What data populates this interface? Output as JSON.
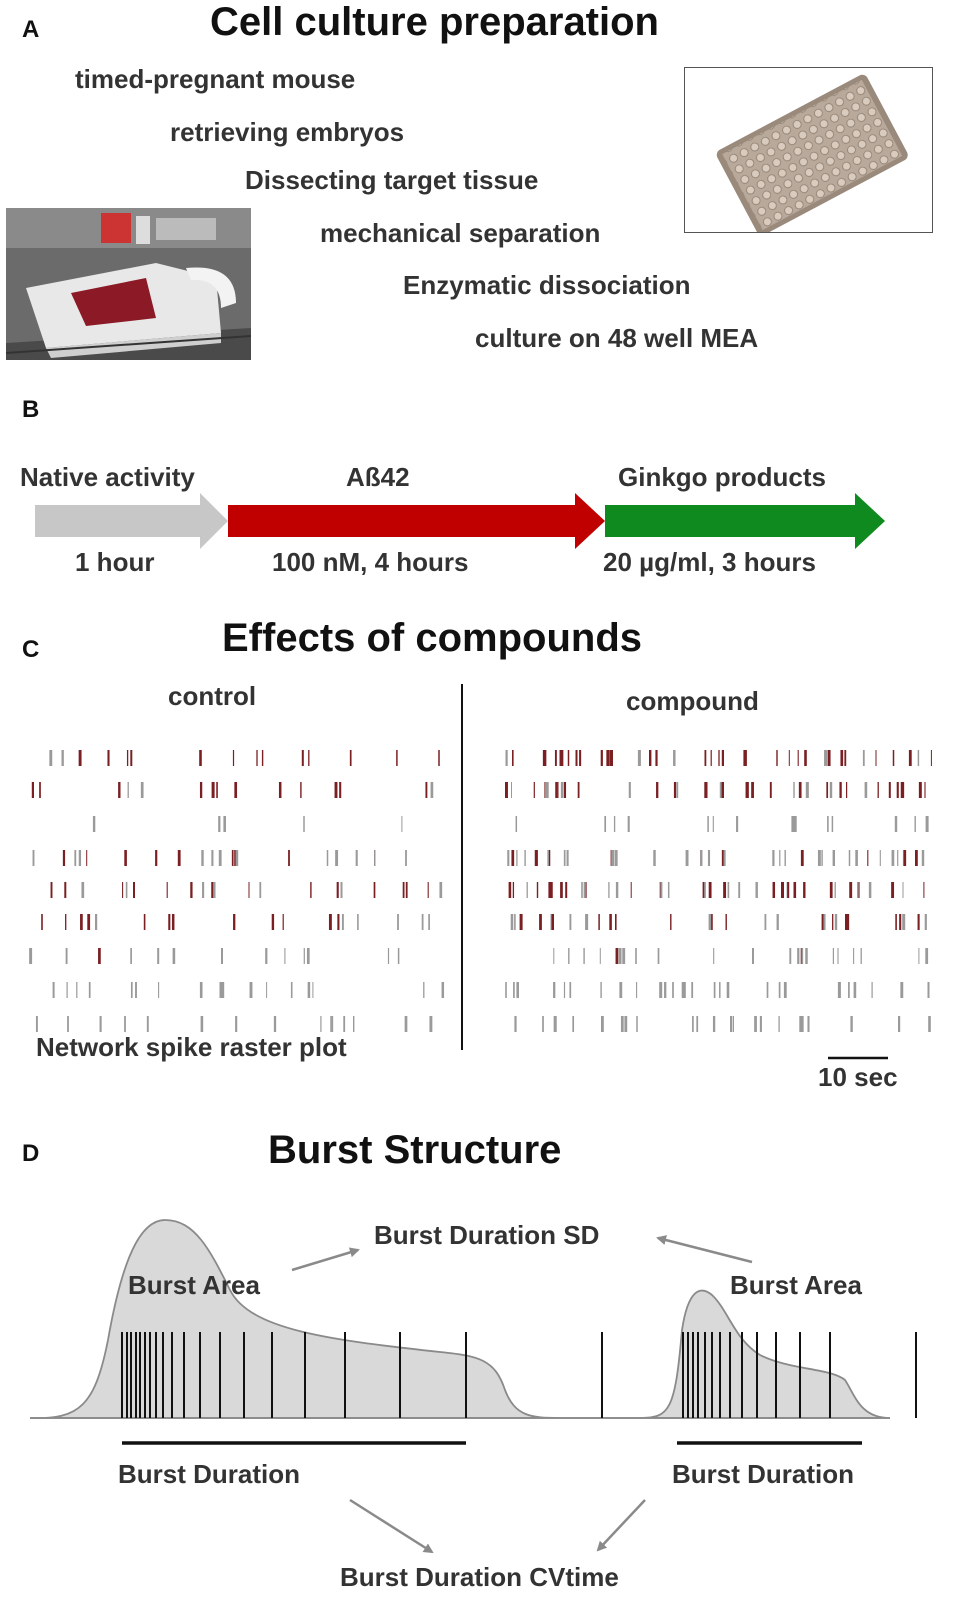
{
  "panelA": {
    "letter": "A",
    "title": "Cell culture preparation",
    "steps": [
      "timed-pregnant mouse",
      "retrieving embryos",
      "Dissecting  target tissue",
      "mechanical  separation",
      "Enzymatic  dissociation",
      "culture on 48 well MEA"
    ]
  },
  "panelB": {
    "letter": "B",
    "phases": [
      {
        "label": "Native activity",
        "sub": "1 hour",
        "color": "#c7c7c7"
      },
      {
        "label": "Aß42",
        "sub": "100 nM,  4 hours",
        "color": "#c00000"
      },
      {
        "label": "Ginkgo  products",
        "sub": "20 µg/ml, 3 hours",
        "color": "#0e8a1e"
      }
    ]
  },
  "panelC": {
    "letter": "C",
    "title": "Effects of compounds",
    "left_label": "control",
    "right_label": "compound",
    "raster_caption": "Network spike  raster plot",
    "scale_label": "10 sec"
  },
  "panelD": {
    "letter": "D",
    "title": "Burst Structure",
    "burst_duration_sd": "Burst Duration SD",
    "burst_area_left": "Burst Area",
    "burst_area_right": "Burst Area",
    "burst_duration_left": "Burst Duration",
    "burst_duration_right": "Burst Duration",
    "burst_duration_cvtime": "Burst Duration CVtime"
  },
  "colors": {
    "spike_red": "#7a1f22",
    "spike_gray": "#9a9a9a",
    "burst_fill": "#d9d9d9"
  }
}
